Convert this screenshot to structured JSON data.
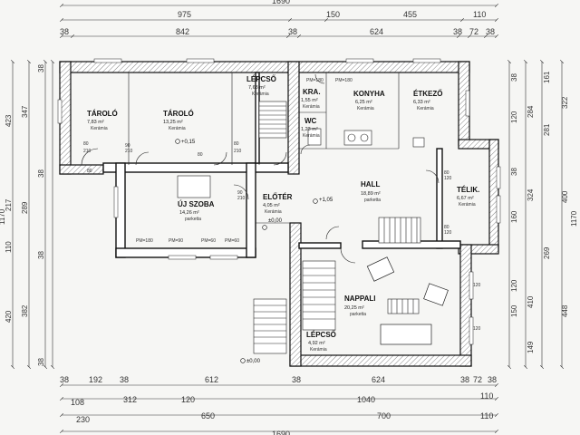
{
  "dimensions": {
    "top_total": "1690",
    "top_row1": [
      "975",
      "150",
      "455",
      "110"
    ],
    "top_row2": [
      "38",
      "842",
      "38",
      "624",
      "38",
      "72",
      "38"
    ],
    "bottom_row1": [
      "38",
      "192",
      "38",
      "612",
      "38",
      "624",
      "38",
      "72",
      "38"
    ],
    "bottom_row2": [
      "108",
      "312",
      "120",
      "1040",
      "110"
    ],
    "bottom_row3": [
      "230",
      "650",
      "700",
      "110"
    ],
    "bottom_total": "1690",
    "left_outer": [
      "423",
      "217",
      "110",
      "420"
    ],
    "left_mid": [
      "347",
      "289",
      "382"
    ],
    "left_inner": [
      "38",
      "38",
      "38",
      "38"
    ],
    "left_total": "1170",
    "right_outer": [
      "161",
      "322",
      "281",
      "400",
      "269",
      "448"
    ],
    "right_mid": [
      "284",
      "324",
      "410",
      "149"
    ],
    "right_inner": [
      "38",
      "38",
      "120",
      "160",
      "120",
      "150"
    ],
    "right_total": "1170"
  },
  "rooms": [
    {
      "name": "TÁROLÓ",
      "area": "7,83 m²",
      "floor": "Kerámia"
    },
    {
      "name": "TÁROLÓ",
      "area": "13,25 m²",
      "floor": "Kerámia"
    },
    {
      "name": "LÉPCSŐ",
      "area": "7,63 m²",
      "floor": "Kerámia"
    },
    {
      "name": "KRA.",
      "area": "1,55 m²",
      "floor": "Kerámia"
    },
    {
      "name": "WC",
      "area": "1,23 m²",
      "floor": "Kerámia"
    },
    {
      "name": "KONYHA",
      "area": "6,25 m²",
      "floor": "Kerámia"
    },
    {
      "name": "ÉTKEZŐ",
      "area": "6,33 m²",
      "floor": "Kerámia"
    },
    {
      "name": "ÚJ SZOBA",
      "area": "14,26 m²",
      "floor": "parketta"
    },
    {
      "name": "ELŐTÉR",
      "area": "4,05 m²",
      "floor": "Kerámia"
    },
    {
      "name": "HALL",
      "area": "18,89 m²",
      "floor": "parketta"
    },
    {
      "name": "TÉLIK.",
      "area": "6,67 m²",
      "floor": "Kerámia"
    },
    {
      "name": "NAPPALI",
      "area": "20,25 m²",
      "floor": "parketta"
    },
    {
      "name": "LÉPCSŐ",
      "area": "4,92 m²",
      "floor": "Kerámia"
    }
  ],
  "levels": {
    "storage": "+0,15",
    "hall": "+1,05",
    "entry": "±0,00",
    "outside": "±0,00"
  },
  "door_labels": {
    "d80": "80",
    "d90": "90",
    "d210": "210",
    "d120": "120",
    "pm180": "PM=180",
    "pm90": "PM=90",
    "pm60": "PM=60"
  }
}
